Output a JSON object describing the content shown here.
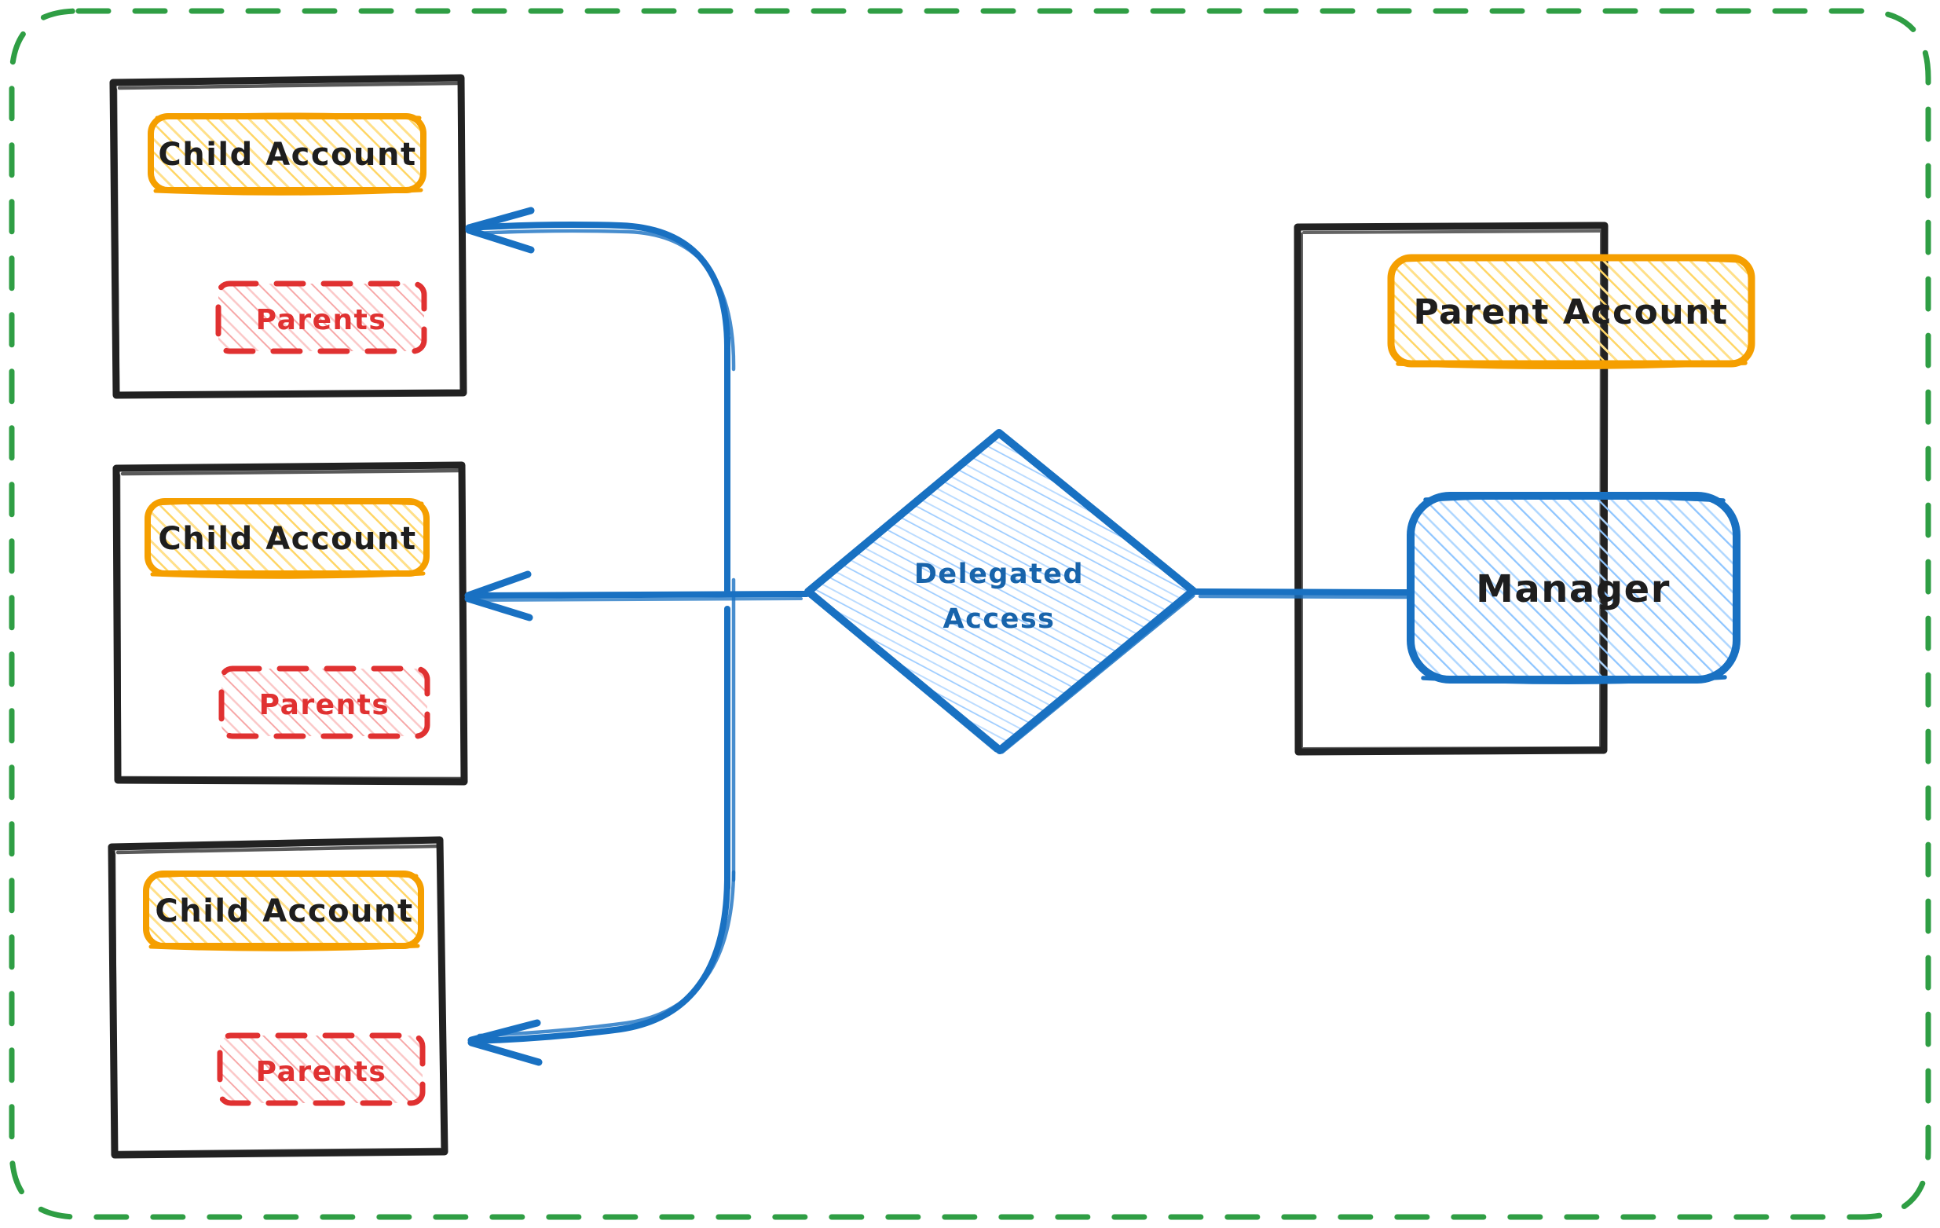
{
  "diagram": {
    "title": "Delegated Access",
    "style": "hand-drawn sketch",
    "background": "#ffffff",
    "outer_boundary": {
      "name": "organization-boundary",
      "stroke": "#2f9e44",
      "dashed": true
    },
    "colors": {
      "black_container": "#222222",
      "account_border": "#f59f00",
      "account_fill_hatch": "#ffd666",
      "parents_border": "#e03131",
      "parents_fill_hatch": "#f7a8a8",
      "blue_stroke": "#1971c2",
      "blue_hatch": "#8ec5ff",
      "green_dashed": "#2f9e44"
    },
    "child_containers": [
      {
        "name": "child-account-container-1",
        "account_label": "Child Account",
        "parents_label": "Parents"
      },
      {
        "name": "child-account-container-2",
        "account_label": "Child Account",
        "parents_label": "Parents"
      },
      {
        "name": "child-account-container-3",
        "account_label": "Child Account",
        "parents_label": "Parents"
      }
    ],
    "decision": {
      "name": "delegated-access-diamond",
      "label_line1": "Delegated",
      "label_line2": "Access"
    },
    "parent_container": {
      "name": "parent-account-container",
      "account_label": "Parent Account",
      "manager_label": "Manager"
    },
    "connections": [
      {
        "from": "Manager",
        "to": "Delegated Access",
        "arrow": false
      },
      {
        "from": "Delegated Access",
        "to": "Child Account 1",
        "arrow": true
      },
      {
        "from": "Delegated Access",
        "to": "Child Account 2",
        "arrow": true
      },
      {
        "from": "Delegated Access",
        "to": "Child Account 3",
        "arrow": true
      }
    ]
  }
}
